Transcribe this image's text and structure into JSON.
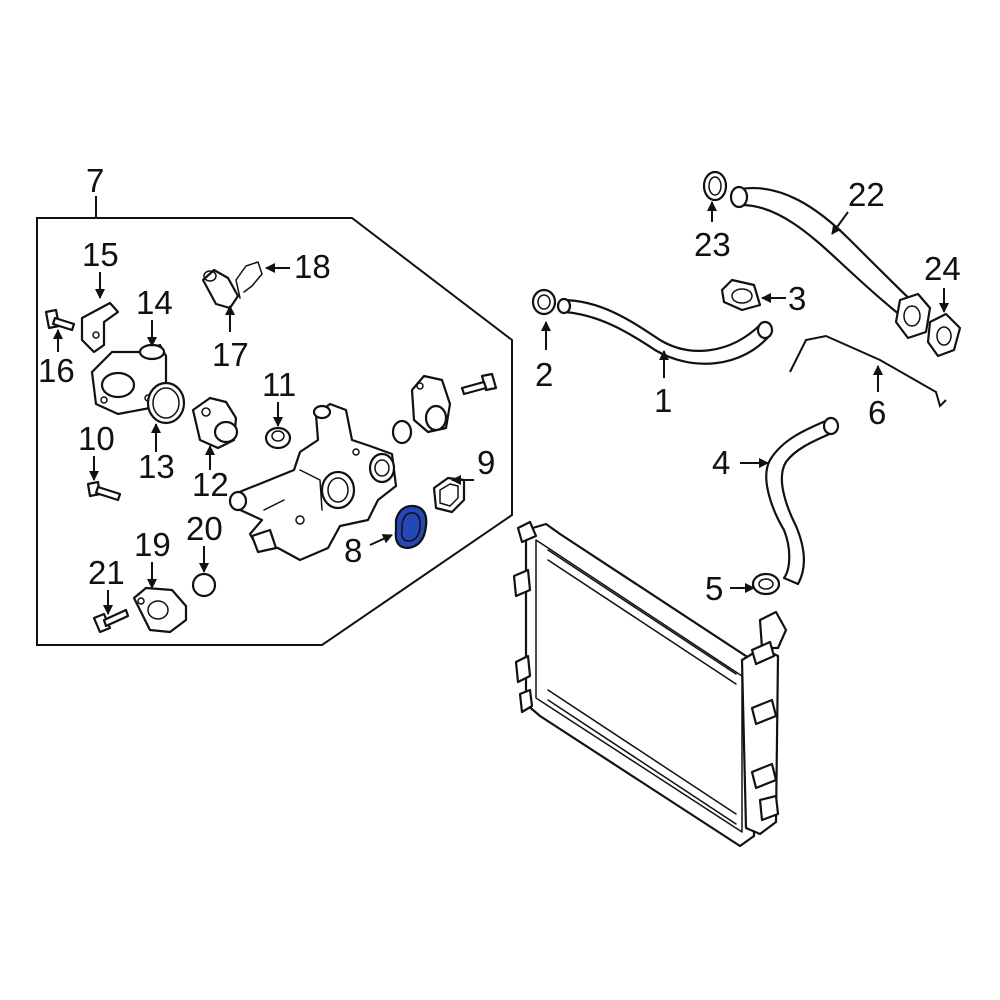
{
  "diagram": {
    "highlight_color": "#2448b8",
    "callouts": {
      "c1": "1",
      "c2": "2",
      "c3": "3",
      "c4": "4",
      "c5": "5",
      "c6": "6",
      "c7": "7",
      "c8": "8",
      "c9": "9",
      "c10": "10",
      "c11": "11",
      "c12": "12",
      "c13": "13",
      "c14": "14",
      "c15": "15",
      "c16": "16",
      "c17": "17",
      "c18": "18",
      "c19": "19",
      "c20": "20",
      "c21": "21",
      "c22": "22",
      "c23": "23",
      "c24": "24"
    }
  }
}
